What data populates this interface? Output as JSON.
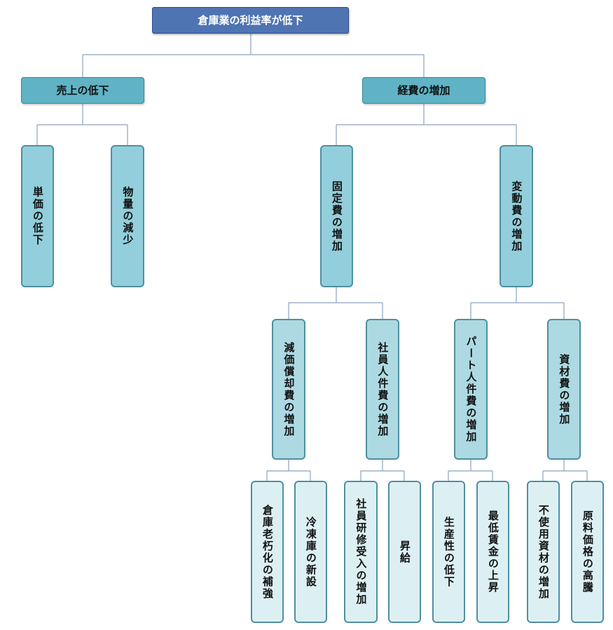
{
  "root": {
    "label": "倉庫業の利益率が低下"
  },
  "sales": {
    "label": "売上の低下",
    "items": [
      "単価の低下",
      "物量の減少"
    ]
  },
  "expense": {
    "label": "経費の増加",
    "fixed": {
      "label": "固定費の増加",
      "depreciation": {
        "label": "減価償却費の増加",
        "items": [
          "倉庫老朽化の補強",
          "冷凍庫の新設"
        ]
      },
      "personnel": {
        "label": "社員人件費の増加",
        "items": [
          "社員研修受入の増加",
          "昇給"
        ]
      }
    },
    "variable": {
      "label": "変動費の増加",
      "parttime": {
        "label": "パート人件費の増加",
        "items": [
          "生産性の低下",
          "最低賃金の上昇"
        ]
      },
      "materials": {
        "label": "資材費の増加",
        "items": [
          "不使用資材の増加",
          "原料価格の高騰"
        ]
      }
    }
  }
}
